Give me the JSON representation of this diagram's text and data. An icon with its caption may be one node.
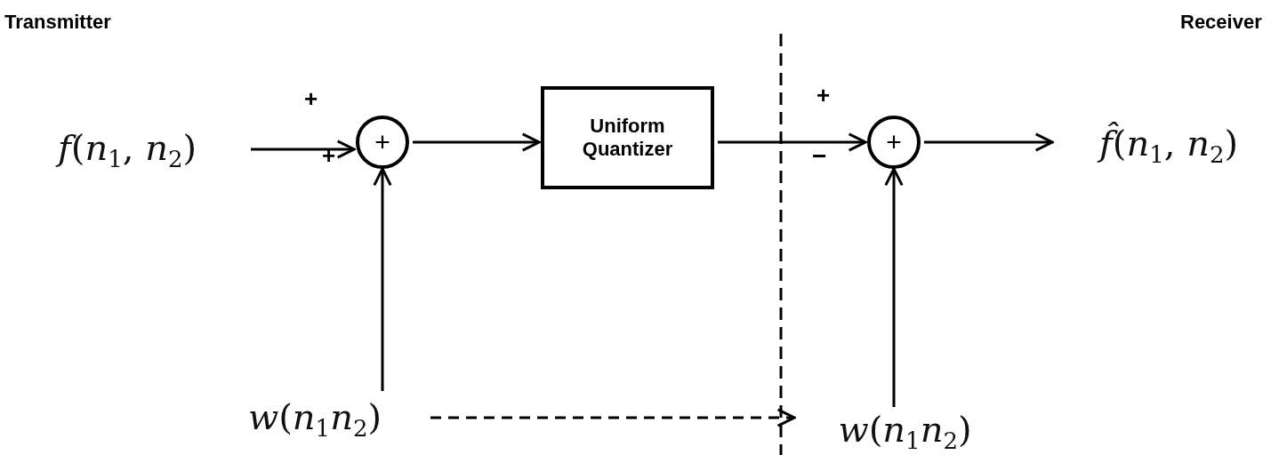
{
  "diagram": {
    "nodes": [
      {
        "text": [
          "*f*(*n*$_{1}$, *n*$_{2}$)"
        ]
      },
      {
        "text": [
          "+"
        ]
      },
      {
        "text": [
          "Uniform Quantizer"
        ]
      },
      {
        "text": [
          "+"
        ]
      },
      {
        "text": [
          "*f̂*(*n*$_{1}$, *n*$_{2}$)"
        ]
      },
      {
        "text": [
          "*w*(*n*$_{1}$*n*$_{2}$)"
        ]
      },
      {
        "text": [
          "*w*(*n*$_{1}$*n*$_{2}$)"
        ]
      }
    ],
    "edges": [
      {
        "from": 0,
        "to": 1,
        "arrow": "to"
      },
      {
        "from": 1,
        "to": 2,
        "arrow": "to"
      },
      {
        "from": 2,
        "to": 3,
        "arrow": "to"
      },
      {
        "from": 3,
        "to": 4,
        "arrow": "to"
      },
      {
        "from": 5,
        "to": 1,
        "arrow": "to"
      },
      {
        "from": 6,
        "to": 3,
        "arrow": "to"
      },
      {
        "from": 5,
        "to": 6,
        "arrow": "to",
        "style": "dashed"
      }
    ],
    "labels": [
      "Transmitter",
      "Receiver",
      "+",
      "+",
      "+",
      "−"
    ]
  }
}
